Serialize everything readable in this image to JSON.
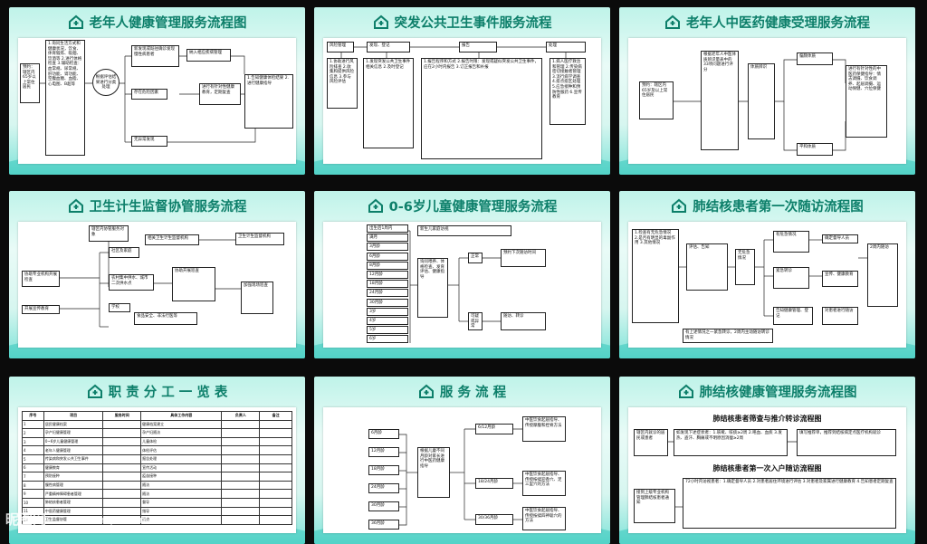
{
  "panels": [
    {
      "title": "老年人健康管理服务流程图"
    },
    {
      "title": "突发公共卫生事件服务流程"
    },
    {
      "title": "老年人中医药健康受理服务流程"
    },
    {
      "title": "卫生计生监督协管服务流程"
    },
    {
      "title": "0-6岁儿童健康管理服务流程"
    },
    {
      "title": "肺结核患者第一次随访流程图"
    },
    {
      "title": "职 责 分 工 一 览 表"
    },
    {
      "title": "服 务 流 程"
    },
    {
      "title": "肺结核健康管理服务流程图"
    }
  ],
  "p1": {
    "b1": "预约：辖区内65岁以上常住居民",
    "b2": "1.询问生活方式和健康状况，饮食、体育锻炼、吸烟、饮酒等 2.进行体格检查 3.辅助检查：血常规、尿常规、肝功能、肾功能、空腹血糖、血脂、心电图、B超等",
    "b3": "根据评估结果进行分类处理",
    "b4": "新发现或既往确诊发现慢性病患者",
    "b5": "纳入相应疾病管理",
    "b6": "存在危险因素",
    "b7": "进行有针对性健康教育，定期复查",
    "b8": "无异常发现",
    "b9": "1.告知健康体检结果 2.进行健康指导"
  },
  "p2": {
    "h1": "风险管理",
    "h2": "发现、登记",
    "h3": "报告",
    "h4": "处理",
    "c1": "1.协助进行风险排查 2.收集和提供风险信息 3.参与风险评估",
    "c2": "1.发现突发公共卫生事件相关信息 2.及时登记",
    "c3": "1.报告程序和方式 2.报告时限：发现或疑似突发公共卫生事件，应在2小时内报告 3.订正报告和补报",
    "c4": "1.病人医疗救治和管理 2.传染病密切接触者管理 3.流行病学调查 4.疫点疫区处理 5.应急接种和预防性服药 6.宣传教育"
  },
  "p3": {
    "b1": "预约：辖区内65岁及以上常住居民",
    "b2": "根据老年人中医体质辨识量表中的33项问题进行评分",
    "b3": "体质辨识",
    "b4": "平和体质",
    "b5": "偏颇体质",
    "b6": "进行有针对性的中医药保健指导：情志调摄、饮食调养、起居调摄、运动保健、穴位保健"
  },
  "p4": {
    "b1": "辖区内协管服务对象",
    "b2": "协助专业机构开展检查",
    "b3": "开展宣传教育",
    "b4": "社区及家庭",
    "b5": "农村集中供水、城市二次供水点",
    "b6": "学校",
    "b7": "协助开展巡查",
    "b8": "食品安全、非法行医等",
    "b9": "相关卫生计生监督机构",
    "b10": "加强现场巡查",
    "b11": "卫生计生监督机构"
  },
  "p5": {
    "ages": [
      "出生后1周内",
      "满月",
      "3月龄",
      "6月龄",
      "8月龄",
      "12月龄",
      "18月龄",
      "24月龄",
      "30月龄",
      "3岁",
      "4岁",
      "5岁",
      "6岁"
    ],
    "b1": "新生儿家庭访视",
    "b2": "询问喂养、体格检查、发育评估、健康指导",
    "b3": "正常",
    "b4": "可疑或异常",
    "b5": "随访、转诊",
    "b6": "预约下次随访时间"
  },
  "p6": {
    "b1": "1.检查有无危急情况 2.是否有明显的毒副作用 3.其他情况",
    "b2": "评估、告知",
    "b3": "无危急情况",
    "b4": "有危急情况",
    "b5": "紧急转诊",
    "b6": "确定督导人员",
    "b7": "宣传、健康教育",
    "b8": "对患者进行随访",
    "b9": "2周内随访",
    "b10": "告知健康管理、登记",
    "b11": "有上述情况之一紧急转诊，2周内主动随访转诊情况"
  },
  "p7": {
    "headers": [
      "序号",
      "项目",
      "服务时间",
      "具体工作内容",
      "负责人",
      "备注"
    ],
    "rows": [
      [
        "1",
        "居民健康档案",
        "",
        "健康档案建立",
        "",
        ""
      ],
      [
        "2",
        "孕产妇健康管理",
        "",
        "孕产妇随访",
        "",
        ""
      ],
      [
        "3",
        "0~6岁儿童健康管理",
        "",
        "儿童体检",
        "",
        ""
      ],
      [
        "4",
        "老年人健康管理",
        "",
        "体检评估",
        "",
        ""
      ],
      [
        "5",
        "传染病和突发公共卫生事件",
        "",
        "报告处理",
        "",
        ""
      ],
      [
        "6",
        "健康教育",
        "",
        "宣传活动",
        "",
        ""
      ],
      [
        "7",
        "预防接种",
        "",
        "疫苗接种",
        "",
        ""
      ],
      [
        "8",
        "慢性病管理",
        "",
        "随访",
        "",
        ""
      ],
      [
        "9",
        "严重精神障碍患者管理",
        "",
        "随访",
        "",
        ""
      ],
      [
        "10",
        "肺结核患者管理",
        "",
        "督导",
        "",
        ""
      ],
      [
        "11",
        "中医药健康管理",
        "",
        "指导",
        "",
        ""
      ],
      [
        "12",
        "卫生监督协管",
        "",
        "巡查",
        "",
        ""
      ]
    ]
  },
  "p8": {
    "ages": [
      "6月龄",
      "12月龄",
      "18月龄",
      "24月龄",
      "30月龄",
      "36月龄"
    ],
    "center": "根据儿童不同月龄对家长进行中医药健康指导",
    "mid": [
      "6/12月龄",
      "18/24月龄",
      "30/36月龄"
    ],
    "right": [
      "中医饮食起居指导、传授摩腹和捏脊方法",
      "中医饮食起居指导、传授按揉迎香穴、足三里穴的方法",
      "中医饮食起居指导、传授按揉四神聪穴的方法"
    ]
  },
  "p9": {
    "sub1": "肺结核患者筛查与推介转诊流程图",
    "sub2": "肺结核患者第一次入户随访流程图",
    "b1": "辖区内就诊的居民或患者",
    "b2": "如发现下述症状者：1.咳嗽、咳痰≥2周 2.咯血、血痰 3.发热、盗汗、胸痛或不明原因消瘦≥2周",
    "b3": "填写推荐单，推荐到结核病定点医疗机构就诊",
    "b4": "接到上级专业机构管理肺结核患者通知",
    "b5": "72小时内访视患者：1.确定督导人员 2.对患者居住环境进行评估 3.对患者及家属进行健康教育 4.告知患者定期复查"
  },
  "watermark": {
    "logo": "昵图网",
    "url": "www.nipic.com",
    "id": "BY:4356082"
  }
}
